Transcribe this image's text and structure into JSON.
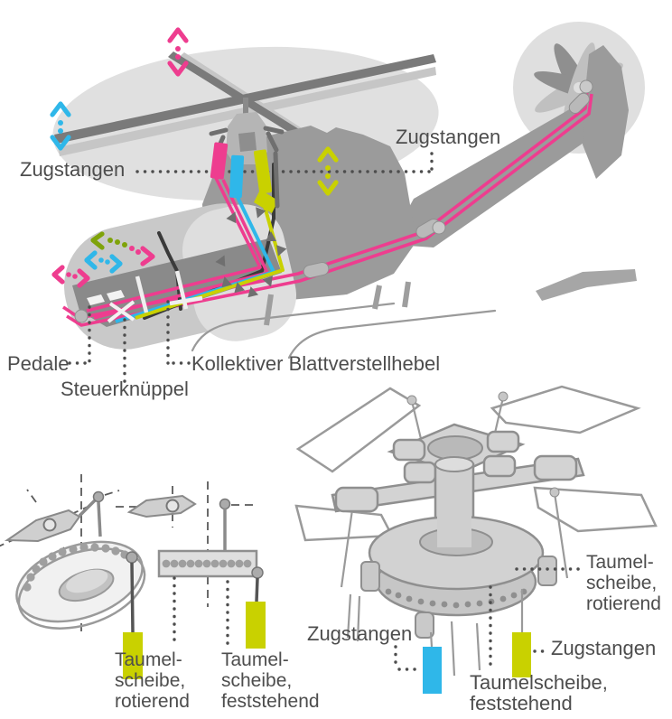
{
  "figure": {
    "type": "technical-diagram",
    "subject": "Helikopter-Steuerung (helicopter flight control system)",
    "helicopter": {
      "label_zugstangen_main": "Zugstangen",
      "label_zugstangen_tail": "Zugstangen",
      "label_pedale": "Pedale",
      "label_steuerknueppel": "Steuerknüppel",
      "label_kollektiv": "Kollektiver Blattverstellhebel"
    },
    "swashplate_schematic": {
      "label_rotating": "Taumel-\nscheibe,\nrotierend",
      "label_fixed": "Taumel-\nscheibe,\nfeststehend"
    },
    "rotor_head_detail": {
      "label_rotating": "Taumel-\nscheibe,\nrotierend",
      "label_zugstangen_left": "Zugstangen",
      "label_zugstangen_right": "Zugstangen",
      "label_fixed": "Taumelscheibe,\nfeststehend"
    }
  },
  "colors": {
    "pink": "#EE3D8F",
    "cyan": "#2FB7E9",
    "yellow_green": "#C9D100",
    "olive": "#7FA30A",
    "label_text": "#4D4D4D",
    "gray_light": "#DFDFDF",
    "gray_mid": "#9B9B9B",
    "gray_dark": "#6F6F6F"
  }
}
